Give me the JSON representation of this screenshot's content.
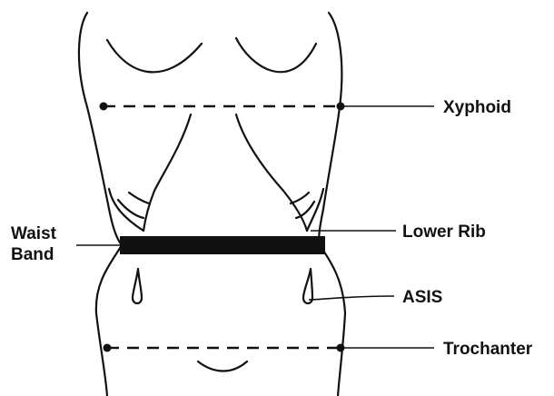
{
  "labels": {
    "xyphoid": "Xyphoid",
    "waist_band_line1": "Waist",
    "waist_band_line2": "Band",
    "lower_rib": "Lower Rib",
    "asis": "ASIS",
    "trochanter": "Trochanter"
  },
  "colors": {
    "ink": "#111111",
    "waist_band": "#111111",
    "background": "#ffffff"
  }
}
